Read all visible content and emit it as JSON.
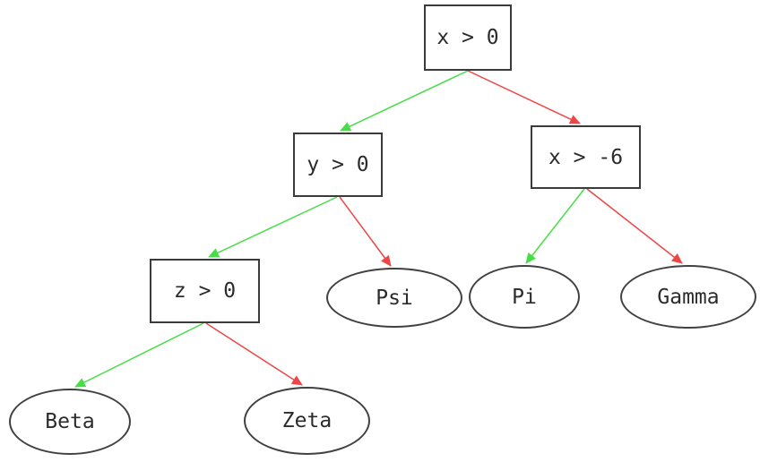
{
  "diagram": {
    "type": "decision-tree",
    "colors": {
      "true_branch": "#47dd47",
      "false_branch": "#ee4545",
      "node_border": "#3b3b3b",
      "text": "#2b2b2b",
      "background": "#ffffff"
    },
    "nodes": [
      {
        "id": "root",
        "label": "x > 0",
        "shape": "box"
      },
      {
        "id": "y0",
        "label": "y > 0",
        "shape": "box"
      },
      {
        "id": "xneg6",
        "label": "x > -6",
        "shape": "box"
      },
      {
        "id": "z0",
        "label": "z > 0",
        "shape": "box"
      },
      {
        "id": "psi",
        "label": "Psi",
        "shape": "ellipse"
      },
      {
        "id": "pi",
        "label": "Pi",
        "shape": "ellipse"
      },
      {
        "id": "gamma",
        "label": "Gamma",
        "shape": "ellipse"
      },
      {
        "id": "beta",
        "label": "Beta",
        "shape": "ellipse"
      },
      {
        "id": "zeta",
        "label": "Zeta",
        "shape": "ellipse"
      }
    ],
    "edges": [
      {
        "from": "x > 0",
        "to": "y > 0",
        "branch": "true"
      },
      {
        "from": "x > 0",
        "to": "x > -6",
        "branch": "false"
      },
      {
        "from": "y > 0",
        "to": "z > 0",
        "branch": "true"
      },
      {
        "from": "y > 0",
        "to": "Psi",
        "branch": "false"
      },
      {
        "from": "x > -6",
        "to": "Pi",
        "branch": "true"
      },
      {
        "from": "x > -6",
        "to": "Gamma",
        "branch": "false"
      },
      {
        "from": "z > 0",
        "to": "Beta",
        "branch": "true"
      },
      {
        "from": "z > 0",
        "to": "Zeta",
        "branch": "false"
      }
    ]
  }
}
